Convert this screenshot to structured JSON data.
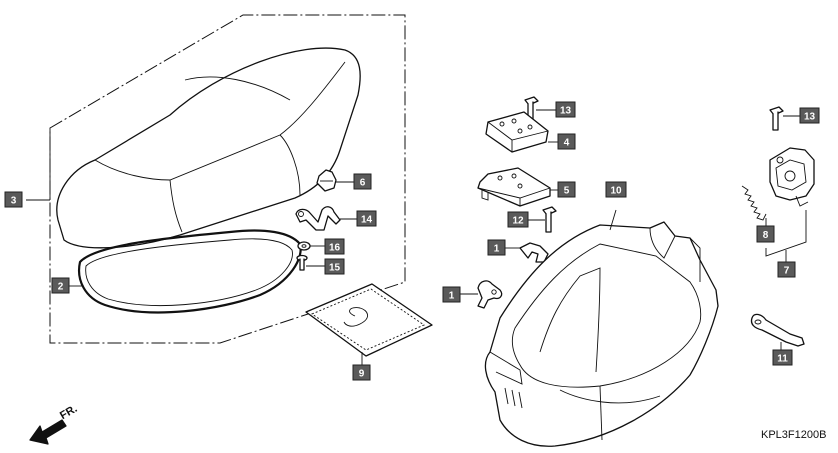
{
  "diagram": {
    "code": "KPL3F1200B",
    "front_marker": "FR.",
    "callouts": [
      {
        "id": "c3",
        "label": "3"
      },
      {
        "id": "c2",
        "label": "2"
      },
      {
        "id": "c6",
        "label": "6"
      },
      {
        "id": "c14",
        "label": "14"
      },
      {
        "id": "c16",
        "label": "16"
      },
      {
        "id": "c15",
        "label": "15"
      },
      {
        "id": "c9",
        "label": "9"
      },
      {
        "id": "c13a",
        "label": "13"
      },
      {
        "id": "c4",
        "label": "4"
      },
      {
        "id": "c5",
        "label": "5"
      },
      {
        "id": "c12",
        "label": "12"
      },
      {
        "id": "c10",
        "label": "10"
      },
      {
        "id": "c1a",
        "label": "1"
      },
      {
        "id": "c1b",
        "label": "1"
      },
      {
        "id": "c13b",
        "label": "13"
      },
      {
        "id": "c8",
        "label": "8"
      },
      {
        "id": "c7",
        "label": "7"
      },
      {
        "id": "c11",
        "label": "11"
      }
    ]
  }
}
